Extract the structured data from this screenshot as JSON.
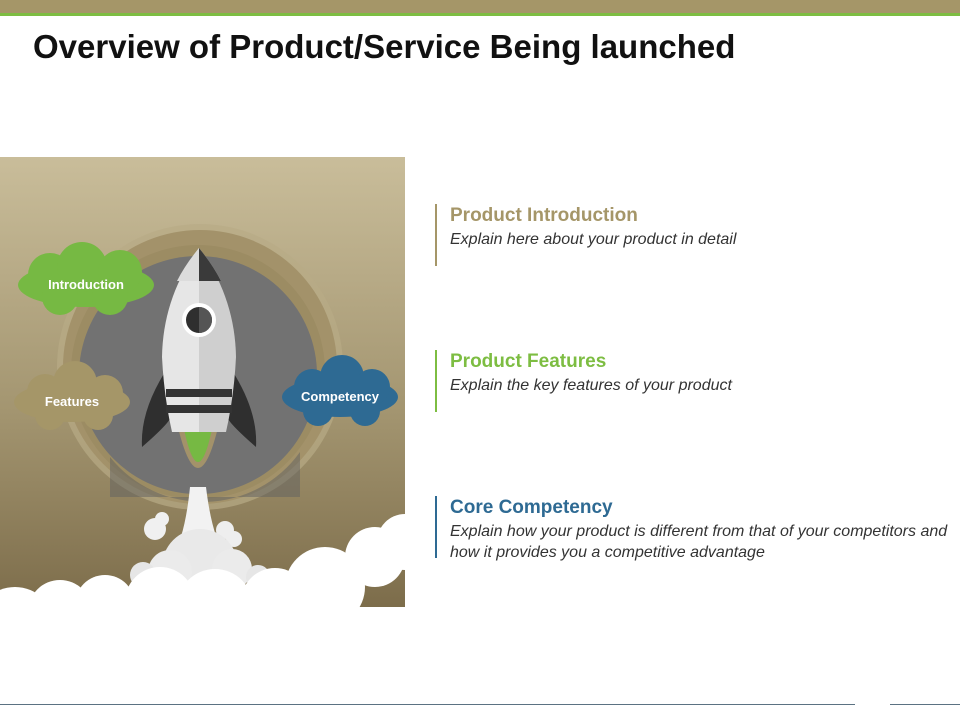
{
  "slide": {
    "title": "Overview of Product/Service Being launched"
  },
  "colors": {
    "accent_khaki": "#a59668",
    "accent_green": "#7dbd42",
    "accent_blue": "#2e6a93"
  },
  "clouds": {
    "introduction": "Introduction",
    "features": "Features",
    "competency": "Competency"
  },
  "items": [
    {
      "heading": "Product Introduction",
      "description": "Explain here about your product in detail",
      "color": "#a59668"
    },
    {
      "heading": "Product Features",
      "description": "Explain the key features of your product",
      "color": "#7dbd42"
    },
    {
      "heading": "Core Competency",
      "description": "Explain how your product is different from that of your competitors and how it provides you a competitive advantage",
      "color": "#2e6a93"
    }
  ]
}
